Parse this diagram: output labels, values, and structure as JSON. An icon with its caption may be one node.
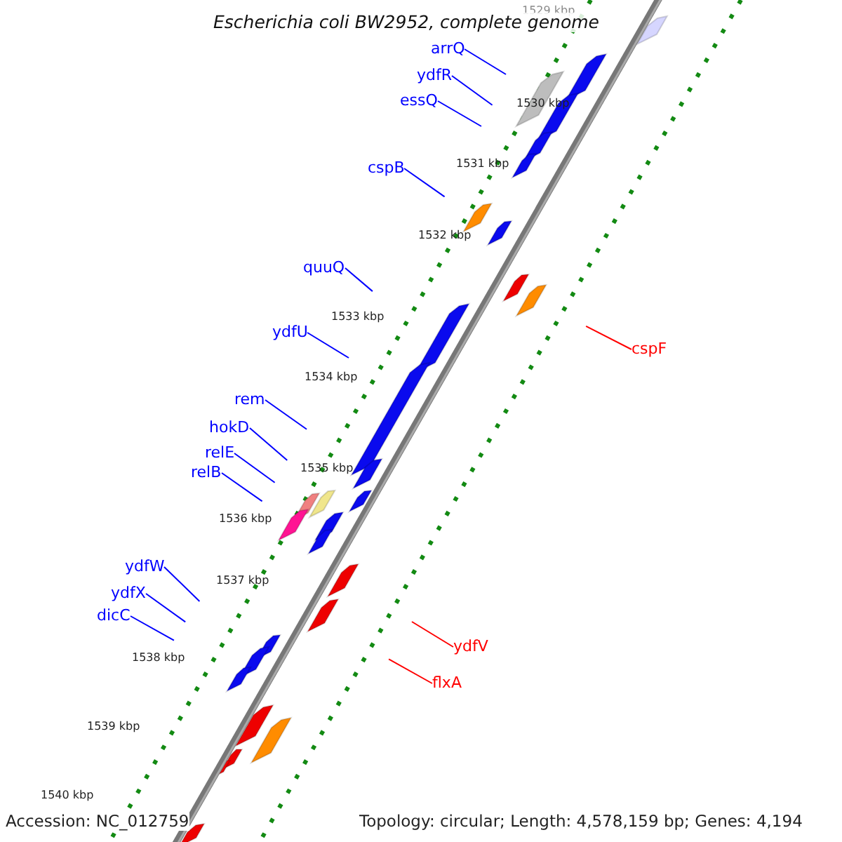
{
  "diagram": {
    "title": "Escherichia coli BW2952, complete genome",
    "nodes": [
      {
        "text": [
          "arrQ"
        ]
      },
      {
        "text": [
          "ydfR"
        ]
      },
      {
        "text": [
          "essQ"
        ]
      },
      {
        "text": [
          "cspB"
        ]
      },
      {
        "text": [
          "quuQ"
        ]
      },
      {
        "text": [
          "ydfU"
        ]
      },
      {
        "text": [
          "cspF"
        ]
      },
      {
        "text": [
          "rem"
        ]
      },
      {
        "text": [
          "hokD"
        ]
      },
      {
        "text": [
          "relE"
        ]
      },
      {
        "text": [
          "relB"
        ]
      },
      {
        "text": [
          "ydfW"
        ]
      },
      {
        "text": [
          "ydfX"
        ]
      },
      {
        "text": [
          "ydfV"
        ]
      },
      {
        "text": [
          "dicC"
        ]
      },
      {
        "text": [
          "flxA"
        ]
      }
    ],
    "edges": [
      {
        "from": 0,
        "to": null,
        "arrow": "none"
      },
      {
        "from": 1,
        "to": null,
        "arrow": "none"
      },
      {
        "from": 2,
        "to": null,
        "arrow": "none"
      },
      {
        "from": 3,
        "to": null,
        "arrow": "none"
      },
      {
        "from": 4,
        "to": null,
        "arrow": "none"
      },
      {
        "from": 5,
        "to": null,
        "arrow": "none"
      },
      {
        "from": 6,
        "to": null,
        "arrow": "none",
        "color": "#ff0000"
      },
      {
        "from": 7,
        "to": null,
        "arrow": "none"
      },
      {
        "from": 8,
        "to": null,
        "arrow": "none"
      },
      {
        "from": 9,
        "to": null,
        "arrow": "none"
      },
      {
        "from": 10,
        "to": null,
        "arrow": "none"
      },
      {
        "from": 11,
        "to": null,
        "arrow": "none"
      },
      {
        "from": 12,
        "to": null,
        "arrow": "none"
      },
      {
        "from": 13,
        "to": null,
        "arrow": "none",
        "color": "#ff0000"
      },
      {
        "from": 14,
        "to": null,
        "arrow": "none"
      },
      {
        "from": 15,
        "to": null,
        "arrow": "none",
        "color": "#ff0000"
      }
    ],
    "labels": [
      "1529 kbp",
      "1530 kbp",
      "1531 kbp",
      "1532 kbp",
      "1533 kbp",
      "1534 kbp",
      "1535 kbp",
      "1536 kbp",
      "1537 kbp",
      "1538 kbp",
      "1539 kbp",
      "1540 kbp",
      "Accession: NC_012759",
      "Topology: circular; Length: 4,578,159 bp; Genes: 4,194"
    ]
  }
}
